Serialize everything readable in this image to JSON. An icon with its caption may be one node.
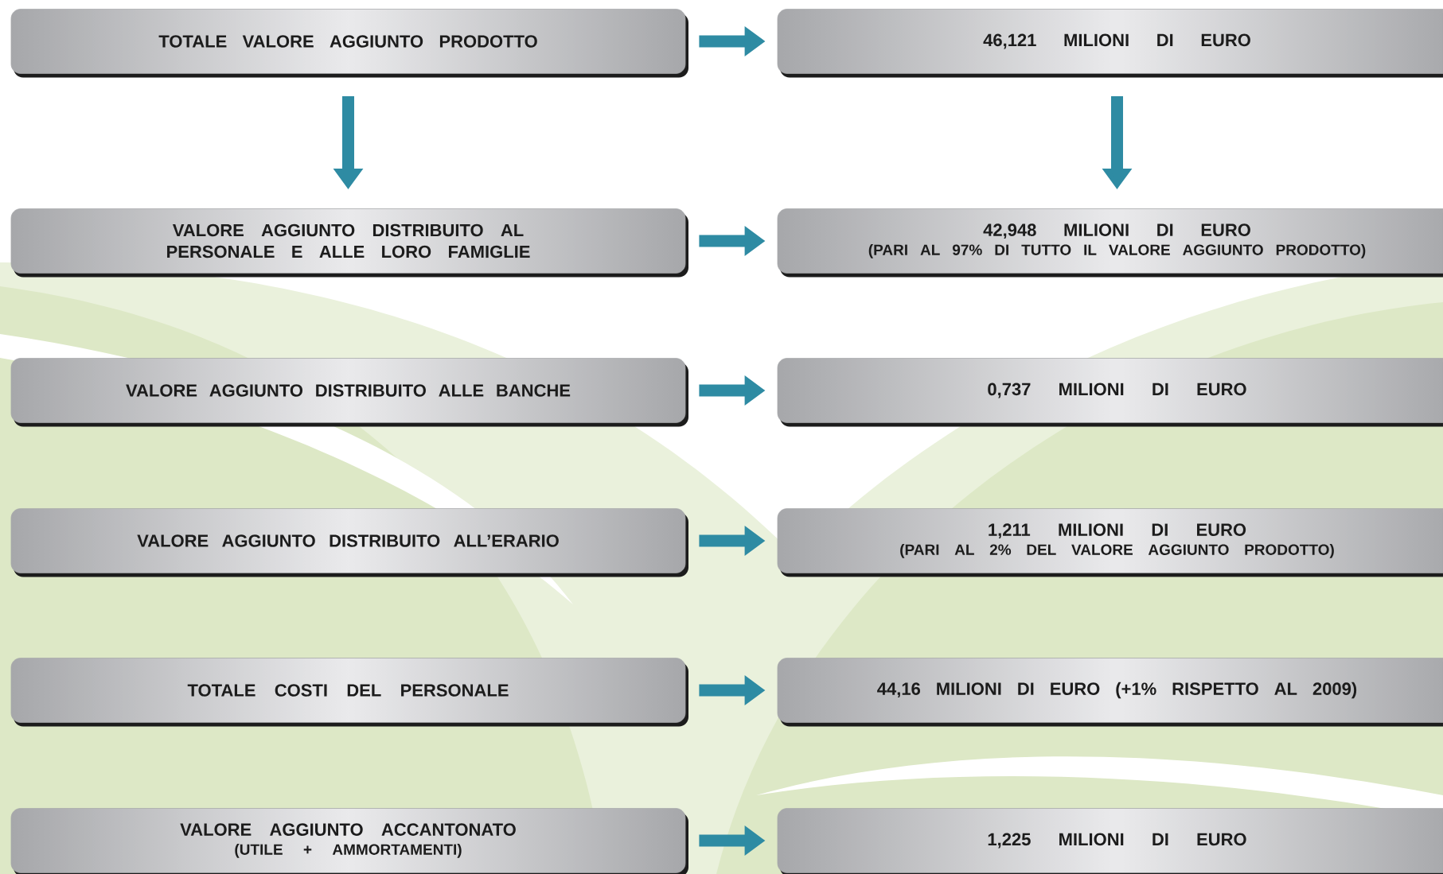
{
  "diagram": {
    "nodes": [
      {
        "text": [
          "TOTALE VALORE AGGIUNTO PRODOTTO"
        ]
      },
      {
        "text": [
          "46,121  MILIONI DI EURO"
        ]
      },
      {
        "text": [
          "VALORE AGGIUNTO DISTRIBUITO AL PERSONALE E ALLE LORO FAMIGLIE"
        ]
      },
      {
        "text": [
          "42,948 MILIONI DI EURO",
          "(PARI AL 97% DI TUTTO IL VALORE AGGIUNTO PRODOTTO)"
        ]
      },
      {
        "text": [
          "VALORE AGGIUNTO DISTRIBUITO ALLE BANCHE"
        ]
      },
      {
        "text": [
          "0,737  MILIONI DI EURO"
        ]
      },
      {
        "text": [
          "VALORE AGGIUNTO DISTRIBUITO ALL’ERARIO"
        ]
      },
      {
        "text": [
          "1,211  MILIONI DI EURO",
          "(PARI AL 2% DEL VALORE AGGIUNTO PRODOTTO)"
        ]
      },
      {
        "text": [
          "TOTALE COSTI DEL PERSONALE"
        ]
      },
      {
        "text": [
          "44,16 MILIONI DI EURO (+1% RISPETTO AL 2009)"
        ]
      },
      {
        "text": [
          "VALORE AGGIUNTO ACCANTONATO",
          "(UTILE + AMMORTAMENTI)"
        ]
      },
      {
        "text": [
          "1,225  MILIONI DI EURO"
        ]
      }
    ],
    "edges": [
      {
        "from": 0,
        "to": 1,
        "arrow": "to"
      },
      {
        "from": 0,
        "to": 2,
        "arrow": "to"
      },
      {
        "from": 1,
        "to": 3,
        "arrow": "to"
      },
      {
        "from": 2,
        "to": 3,
        "arrow": "to"
      },
      {
        "from": 4,
        "to": 5,
        "arrow": "to"
      },
      {
        "from": 6,
        "to": 7,
        "arrow": "to"
      },
      {
        "from": 8,
        "to": 9,
        "arrow": "to"
      },
      {
        "from": 10,
        "to": 11,
        "arrow": "to"
      }
    ]
  }
}
